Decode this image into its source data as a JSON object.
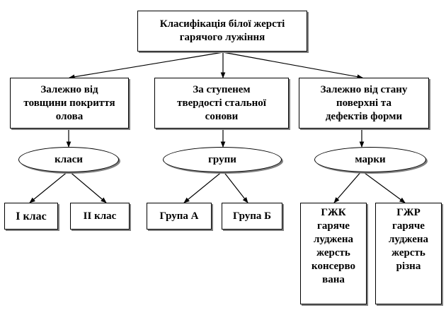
{
  "root": {
    "label": "Класифікація білої жерсті\nгарячого лужіння"
  },
  "categories": [
    {
      "label": "Залежно від\nтовщини покриття\nолова",
      "group_label": "класи",
      "items": [
        "I  клас",
        "II клас"
      ]
    },
    {
      "label": "За ступенем\nтвердості стальної\nсонови",
      "group_label": "групи",
      "items": [
        "Група А",
        "Група Б"
      ]
    },
    {
      "label": "Залежно від стану\nповерхні та\nдефектів форми",
      "group_label": "марки",
      "items": [
        "ГЖК\nгаряче\nлуджена\nжерсть\nконсерво\nвана",
        "ГЖР\nгаряче\nлуджена\nжерсть\nрізна"
      ]
    }
  ],
  "colors": {
    "stroke": "#000000",
    "shadow": "#7f7f7f",
    "background": "#ffffff"
  }
}
